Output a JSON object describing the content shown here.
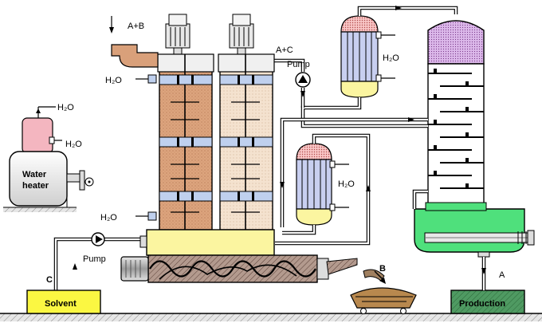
{
  "labels": {
    "a_plus_b": "A+B",
    "a_plus_c": "A+C",
    "h2o_top_left": "H₂O",
    "h2o_bottom_left": "H₂O",
    "h2o_heater_top": "H₂O",
    "h2o_heater_side": "H₂O",
    "h2o_condenser_top": "H₂O",
    "h2o_condenser_mid": "H₂O",
    "pump_top": "Pump",
    "pump_left": "Pump",
    "water_heater_line1": "Water",
    "water_heater_line2": "heater",
    "solvent": "Solvent",
    "production": "Production",
    "stream_c": "C",
    "stream_b": "B",
    "stream_a": "A"
  },
  "colors": {
    "column_left_fill": "#d9a07a",
    "column_right_fill": "#f2dcc6",
    "condenser_top_cap": "#f4b6b6",
    "condenser_body": "#c8cff0",
    "condenser_bottom": "#fbf5a0",
    "distill_top": "#d8b0e6",
    "distill_bottom": "#4fe07c",
    "solvent_box": "#fbf742",
    "production_box": "#4a9a60",
    "heater_tank": "#f4b6c0",
    "feed_pipe": "#d9a07a",
    "ground": "#cfcfcf"
  },
  "icons": [
    "pump-icon",
    "valve-icon",
    "motor-icon",
    "cart-icon",
    "flow-arrow-icon"
  ]
}
